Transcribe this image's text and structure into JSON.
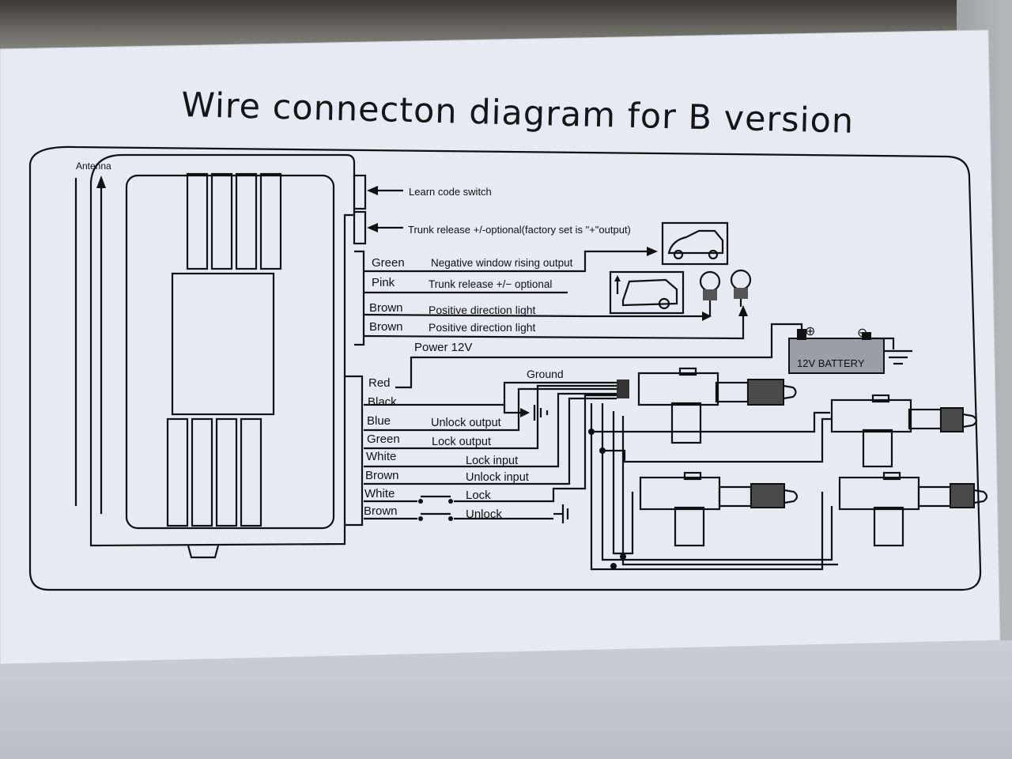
{
  "title": "Wire connecton diagram for B version",
  "antenna": "Antenna",
  "switch_labels": {
    "learn_code": "Learn code switch",
    "trunk_release": "Trunk release +/-optional(factory set is \"+\"output)"
  },
  "wires": [
    {
      "color": "Green",
      "function": "Negative window rising output"
    },
    {
      "color": "Pink",
      "function": "Trunk release +/− optional"
    },
    {
      "color": "Brown",
      "function": "Positive direction light"
    },
    {
      "color": "Brown",
      "function": "Positive direction light"
    },
    {
      "color": "Red",
      "function": ""
    },
    {
      "color": "Black",
      "function": ""
    },
    {
      "color": "Blue",
      "function": "Unlock output"
    },
    {
      "color": "Green",
      "function": "Lock output"
    },
    {
      "color": "White",
      "function": "Lock input"
    },
    {
      "color": "Brown",
      "function": "Unlock input"
    },
    {
      "color": "White",
      "function": "Lock"
    },
    {
      "color": "Brown",
      "function": "Unlock"
    }
  ],
  "power_label": "Power 12V",
  "ground_label": "Ground",
  "battery": {
    "label": "12V BATTERY",
    "plus": "⊕",
    "minus": "⊖"
  },
  "icons": [
    "car-icon",
    "trunk-car-icon",
    "bulb-icon",
    "bulb-icon",
    "battery-icon",
    "ground-icon",
    "door-actuator-icon",
    "door-actuator-icon",
    "door-actuator-icon",
    "door-actuator-icon"
  ]
}
